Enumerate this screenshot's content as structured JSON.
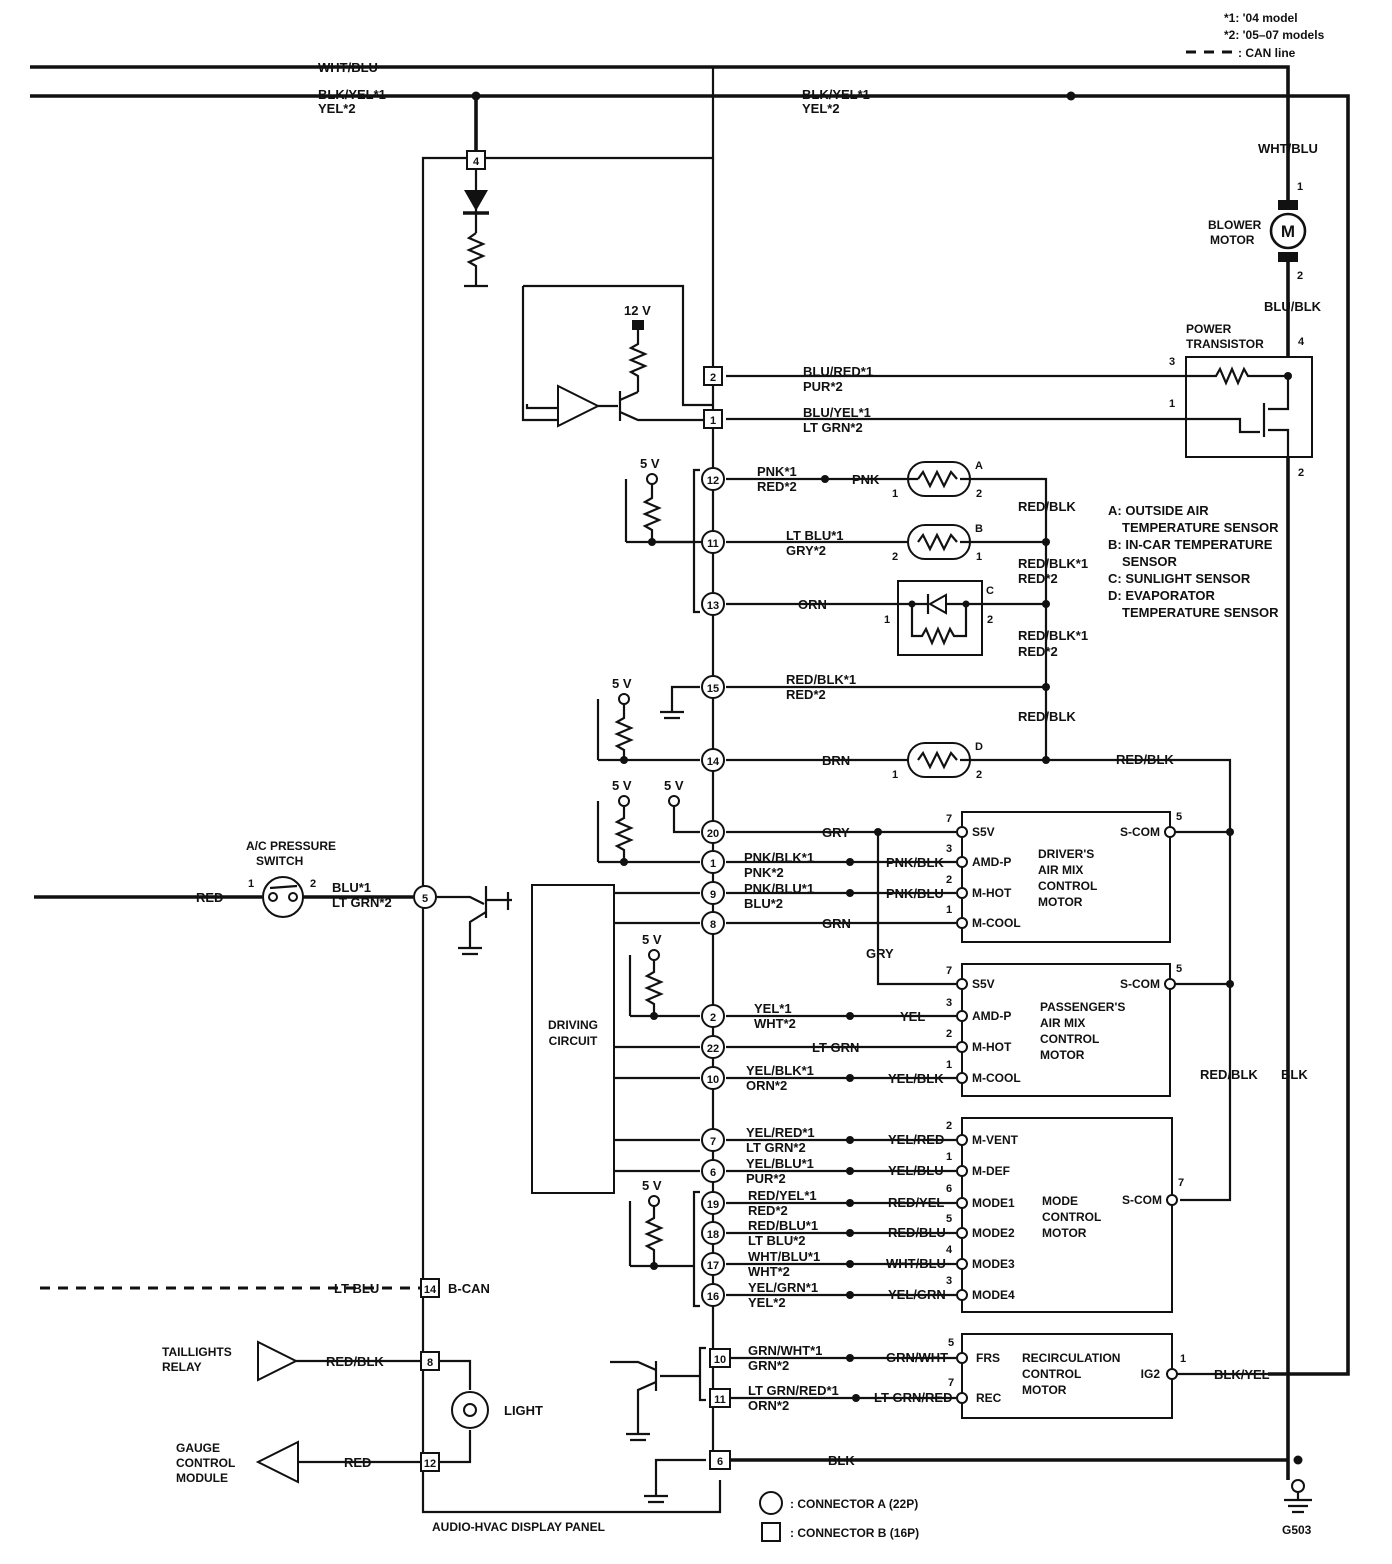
{
  "legend": {
    "model_1": "*1: '04 model",
    "model_2": "*2: '05–07 models",
    "can_line": ": CAN line",
    "connector_a": ": CONNECTOR A (22P)",
    "connector_b": ": CONNECTOR B (16P)"
  },
  "panel": {
    "name": "AUDIO-HVAC DISPLAY PANEL",
    "driving_circuit": [
      "DRIVING",
      "CIRCUIT"
    ],
    "supply_12v": "12 V",
    "supply_5v": "5 V",
    "b_can": "B-CAN",
    "light": "LIGHT"
  },
  "wires": {
    "wht_blu": "WHT/BLU",
    "blk_yel_1": "BLK/YEL*1",
    "yel_2": "YEL*2",
    "blu_red_1": "BLU/RED*1",
    "pur_2": "PUR*2",
    "blu_yel_1": "BLU/YEL*1",
    "lt_grn_2": "LT GRN*2",
    "pnk_1": "PNK*1",
    "red_2": "RED*2",
    "pnk": "PNK",
    "lt_blu_1": "LT BLU*1",
    "gry_2": "GRY*2",
    "orn": "ORN",
    "red_blk": "RED/BLK",
    "red_blk_1": "RED/BLK*1",
    "brn": "BRN",
    "gry": "GRY",
    "pnk_blk_1": "PNK/BLK*1",
    "pnk_2": "PNK*2",
    "pnk_blk": "PNK/BLK",
    "pnk_blu_1": "PNK/BLU*1",
    "blu_2": "BLU*2",
    "pnk_blu": "PNK/BLU",
    "grn": "GRN",
    "yel_1": "YEL*1",
    "wht_2": "WHT*2",
    "yel": "YEL",
    "lt_grn": "LT GRN",
    "yel_blk_1": "YEL/BLK*1",
    "orn_2": "ORN*2",
    "yel_blk": "YEL/BLK",
    "yel_red_1": "YEL/RED*1",
    "yel_red": "YEL/RED",
    "yel_blu_1": "YEL/BLU*1",
    "yel_blu": "YEL/BLU",
    "red_yel_1": "RED/YEL*1",
    "red_yel": "RED/YEL",
    "red_blu_1": "RED/BLU*1",
    "lt_blu_2": "LT BLU*2",
    "red_blu": "RED/BLU",
    "wht_blu_1": "WHT/BLU*1",
    "yel_grn_1": "YEL/GRN*1",
    "yel_grn": "YEL/GRN",
    "lt_blu": "LT BLU",
    "red": "RED",
    "grn_wht_1": "GRN/WHT*1",
    "grn_2": "GRN*2",
    "grn_wht": "GRN/WHT",
    "lt_grn_red_1": "LT GRN/RED*1",
    "lt_grn_red": "LT GRN/RED",
    "blk": "BLK",
    "blk_yel": "BLK/YEL",
    "blu_blk": "BLU/BLK",
    "blu_1": "BLU*1"
  },
  "components": {
    "blower_motor": [
      "BLOWER",
      "MOTOR"
    ],
    "motor_symbol": "M",
    "power_transistor": [
      "POWER",
      "TRANSISTOR"
    ],
    "ac_pressure_switch": [
      "A/C PRESSURE",
      "SWITCH"
    ],
    "taillights_relay": [
      "TAILLIGHTS",
      "RELAY"
    ],
    "gauge_control_module": [
      "GAUGE",
      "CONTROL",
      "MODULE"
    ],
    "ground": "G503",
    "drivers_motor": [
      "DRIVER'S",
      "AIR MIX",
      "CONTROL",
      "MOTOR"
    ],
    "passengers_motor": [
      "PASSENGER'S",
      "AIR MIX",
      "CONTROL",
      "MOTOR"
    ],
    "mode_motor": [
      "MODE",
      "CONTROL",
      "MOTOR"
    ],
    "recirc_motor": [
      "RECIRCULATION",
      "CONTROL",
      "MOTOR"
    ]
  },
  "sensors": [
    {
      "letter": "A",
      "label": "A: OUTSIDE AIR",
      "label_2": "TEMPERATURE SENSOR"
    },
    {
      "letter": "B",
      "label": "B: IN-CAR TEMPERATURE",
      "label_2": "SENSOR"
    },
    {
      "letter": "C",
      "label": "C: SUNLIGHT SENSOR",
      "label_2": ""
    },
    {
      "letter": "D",
      "label": "D: EVAPORATOR",
      "label_2": "TEMPERATURE SENSOR"
    }
  ],
  "motor_pins": {
    "s5v": "S5V",
    "amd_p": "AMD-P",
    "m_hot": "M-HOT",
    "m_cool": "M-COOL",
    "s_com": "S-COM",
    "m_vent": "M-VENT",
    "m_def": "M-DEF",
    "mode1": "MODE1",
    "mode2": "MODE2",
    "mode3": "MODE3",
    "mode4": "MODE4",
    "frs": "FRS",
    "rec": "REC",
    "ig2": "IG2"
  },
  "conn_a": [
    "12",
    "11",
    "13",
    "15",
    "14",
    "20",
    "1",
    "9",
    "8",
    "2",
    "22",
    "10",
    "7",
    "6",
    "19",
    "18",
    "17",
    "16",
    "5"
  ],
  "conn_b": [
    "4",
    "2",
    "1",
    "14",
    "8",
    "12",
    "10",
    "11",
    "6"
  ],
  "pins": [
    "1",
    "2",
    "3",
    "4",
    "5",
    "6",
    "7"
  ]
}
